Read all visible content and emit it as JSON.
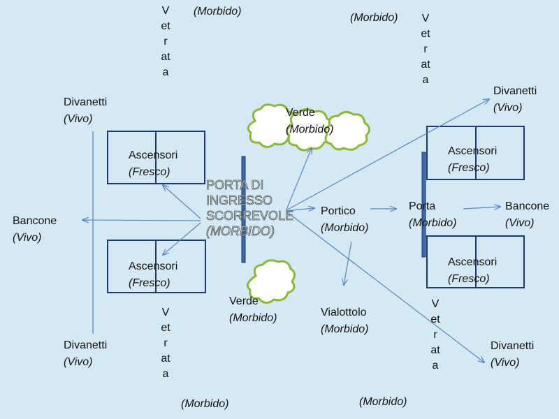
{
  "colors": {
    "background": "#d4e9f3",
    "arrow": "#5a86c0",
    "box_stroke": "#1f3a6e",
    "door_fill": "#3b68a8",
    "cloud_stroke": "#8bb83a",
    "cloud_fill": "#ffffff"
  },
  "left": {
    "divanetti_top": {
      "name": "Divanetti",
      "note": "(Vivo)"
    },
    "divanetti_bottom": {
      "name": "Divanetti",
      "note": "(Vivo)"
    },
    "bancone": {
      "name": "Bancone",
      "note": "(Vivo)"
    },
    "ascensori_top": {
      "name": "Ascensori",
      "note": "(Fresco)"
    },
    "ascensori_bottom": {
      "name": "Ascensori",
      "note": "(Fresco)"
    },
    "vetrata_top": "Vetrata",
    "vetrata_bottom": "Vetrata",
    "morbido_top": "(Morbido)",
    "morbido_bottom": "(Morbido)"
  },
  "center": {
    "porta_ingresso": {
      "line1": "PORTA DI",
      "line2": "INGRESSO",
      "line3": "SCORREVOLE",
      "line4": "(MORBIDO)"
    },
    "verde_top": {
      "name": "Verde",
      "note": "(Morbido)"
    },
    "verde_bottom": {
      "name": "Verde",
      "note": "(Morbido)"
    },
    "portico": {
      "name": "Portico",
      "note": "(Morbido)"
    },
    "vialottolo": {
      "name": "Vialottolo",
      "note": "(Morbido)"
    }
  },
  "right": {
    "divanetti_top": {
      "name": "Divanetti",
      "note": "(Vivo)"
    },
    "divanetti_bottom": {
      "name": "Divanetti",
      "note": "(Vivo)"
    },
    "bancone": {
      "name": "Bancone",
      "note": "(Vivo)"
    },
    "porta": {
      "name": "Porta",
      "note": "(Morbido)"
    },
    "ascensori_top": {
      "name": "Ascensori",
      "note": "(Fresco)"
    },
    "ascensori_bottom": {
      "name": "Ascensori",
      "note": "(Fresco)"
    },
    "vetrata_top": "Vetrata",
    "vetrata_bottom": "Vetrata",
    "morbido_top": "(Morbido)",
    "morbido_bottom": "(Morbido)"
  }
}
